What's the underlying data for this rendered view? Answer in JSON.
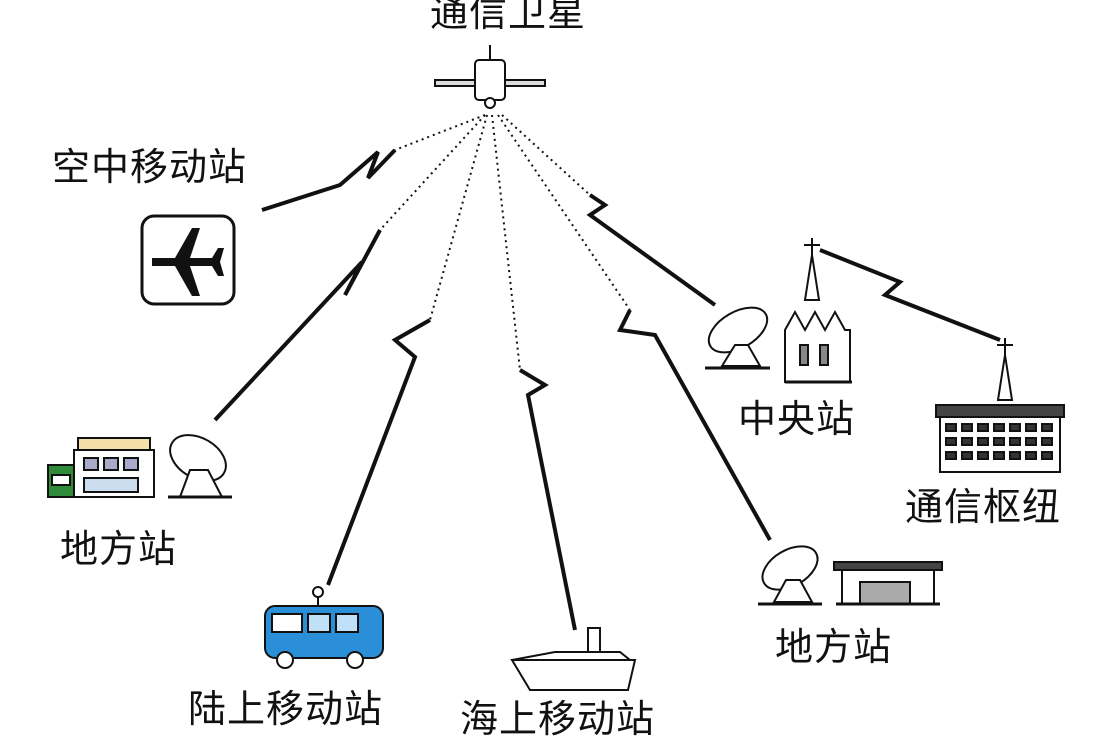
{
  "labels": {
    "satellite": "通信卫星",
    "air_station": "空中移动站",
    "local_station_left": "地方站",
    "land_mobile": "陆上移动站",
    "sea_mobile": "海上移动站",
    "central_station": "中央站",
    "comm_hub": "通信枢纽",
    "local_station_right": "地方站"
  },
  "colors": {
    "line": "#111111",
    "bus": "#2a8fd6",
    "house_green": "#2f8a3a"
  },
  "icons": [
    "satellite-icon",
    "airplane-icon",
    "house-icon",
    "dish-antenna-icon",
    "bus-icon",
    "ship-icon",
    "cathedral-icon",
    "antenna-tower-icon",
    "office-building-icon",
    "gas-station-icon"
  ]
}
